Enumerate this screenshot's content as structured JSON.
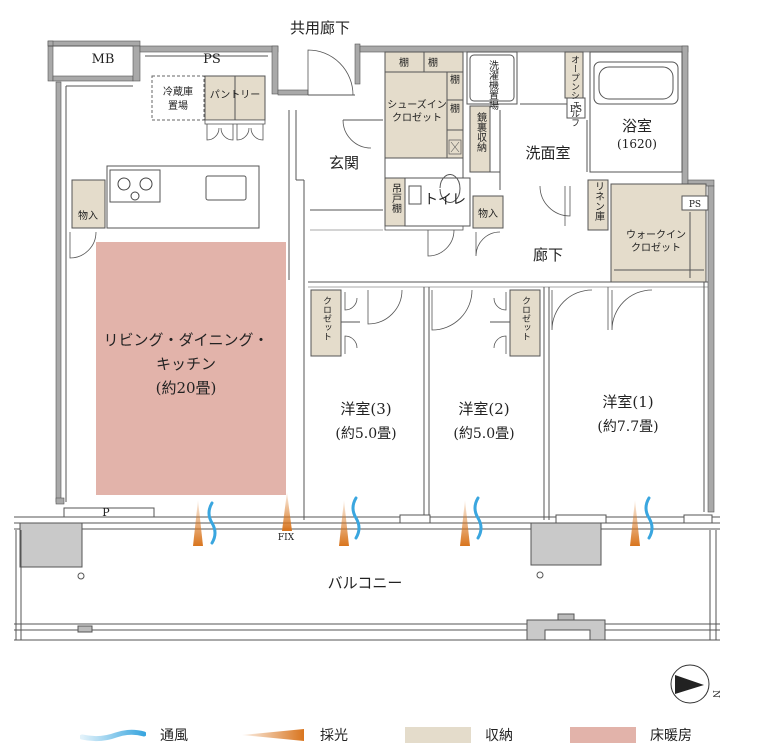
{
  "colors": {
    "wall": "#9a9a9a",
    "storage": "#e4dccb",
    "floor_heating": "#e2b3aa",
    "breeze": "#3aa6df",
    "light": "#d9751e",
    "pillar": "#c9c9c9"
  },
  "labels": {
    "corridor_common": "共用廊下",
    "mb": "MB",
    "ps_top": "PS",
    "fridge": "冷蔵庫\n置場",
    "pantry": "パントリー",
    "shoes_closet": "シューズイン\nクロゼット",
    "shelf": "棚",
    "washer": "洗濯機置場",
    "shelf_v": "オープン\nシェルフ",
    "ps_bath": "PS",
    "bath": "浴室",
    "bath_size": "(1620)",
    "entrance": "玄関",
    "washroom": "洗面室",
    "mirror_storage": "鏡裏収納",
    "hanging_shelf": "吊戸棚",
    "toilet": "トイレ",
    "storage": "物入",
    "linen": "リネン庫",
    "walkin": "ウォークイン\nクロゼット",
    "ps_walkin": "PS",
    "hallway": "廊下",
    "ldk_line1": "リビング・ダイニング・",
    "ldk_line2": "キッチン",
    "ldk_size": "(約20畳)",
    "closet_v": "クロゼット",
    "room3_name": "洋室(3)",
    "room3_size": "(約5.0畳)",
    "room2_name": "洋室(2)",
    "room2_size": "(約5.0畳)",
    "room1_name": "洋室(1)",
    "room1_size": "(約7.7畳)",
    "p": "P",
    "fix": "FIX",
    "balcony": "バルコニー",
    "north": "N"
  },
  "legend": [
    {
      "label": "通風",
      "icon": "breeze-icon"
    },
    {
      "label": "採光",
      "icon": "light-icon"
    },
    {
      "label": "収納",
      "icon": "storage-swatch"
    },
    {
      "label": "床暖房",
      "icon": "floor-heating-swatch"
    }
  ]
}
